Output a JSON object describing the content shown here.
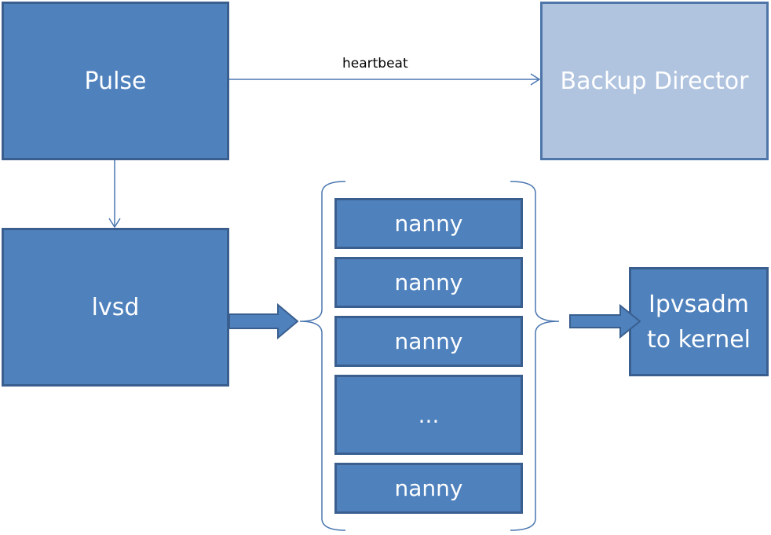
{
  "nodes": {
    "pulse": "Pulse",
    "backup": "Backup Director",
    "lvsd": "lvsd",
    "kernel_line1": "Ipvsadm",
    "kernel_line2": "to kernel"
  },
  "edges": {
    "heartbeat": "heartbeat"
  },
  "nanny_stack": [
    "nanny",
    "nanny",
    "nanny",
    "...",
    "nanny"
  ],
  "colors": {
    "box_fill": "#4f81bd",
    "box_border": "#3a5f8f",
    "backup_fill": "#b0c4e0",
    "connector": "#4a76b0"
  }
}
